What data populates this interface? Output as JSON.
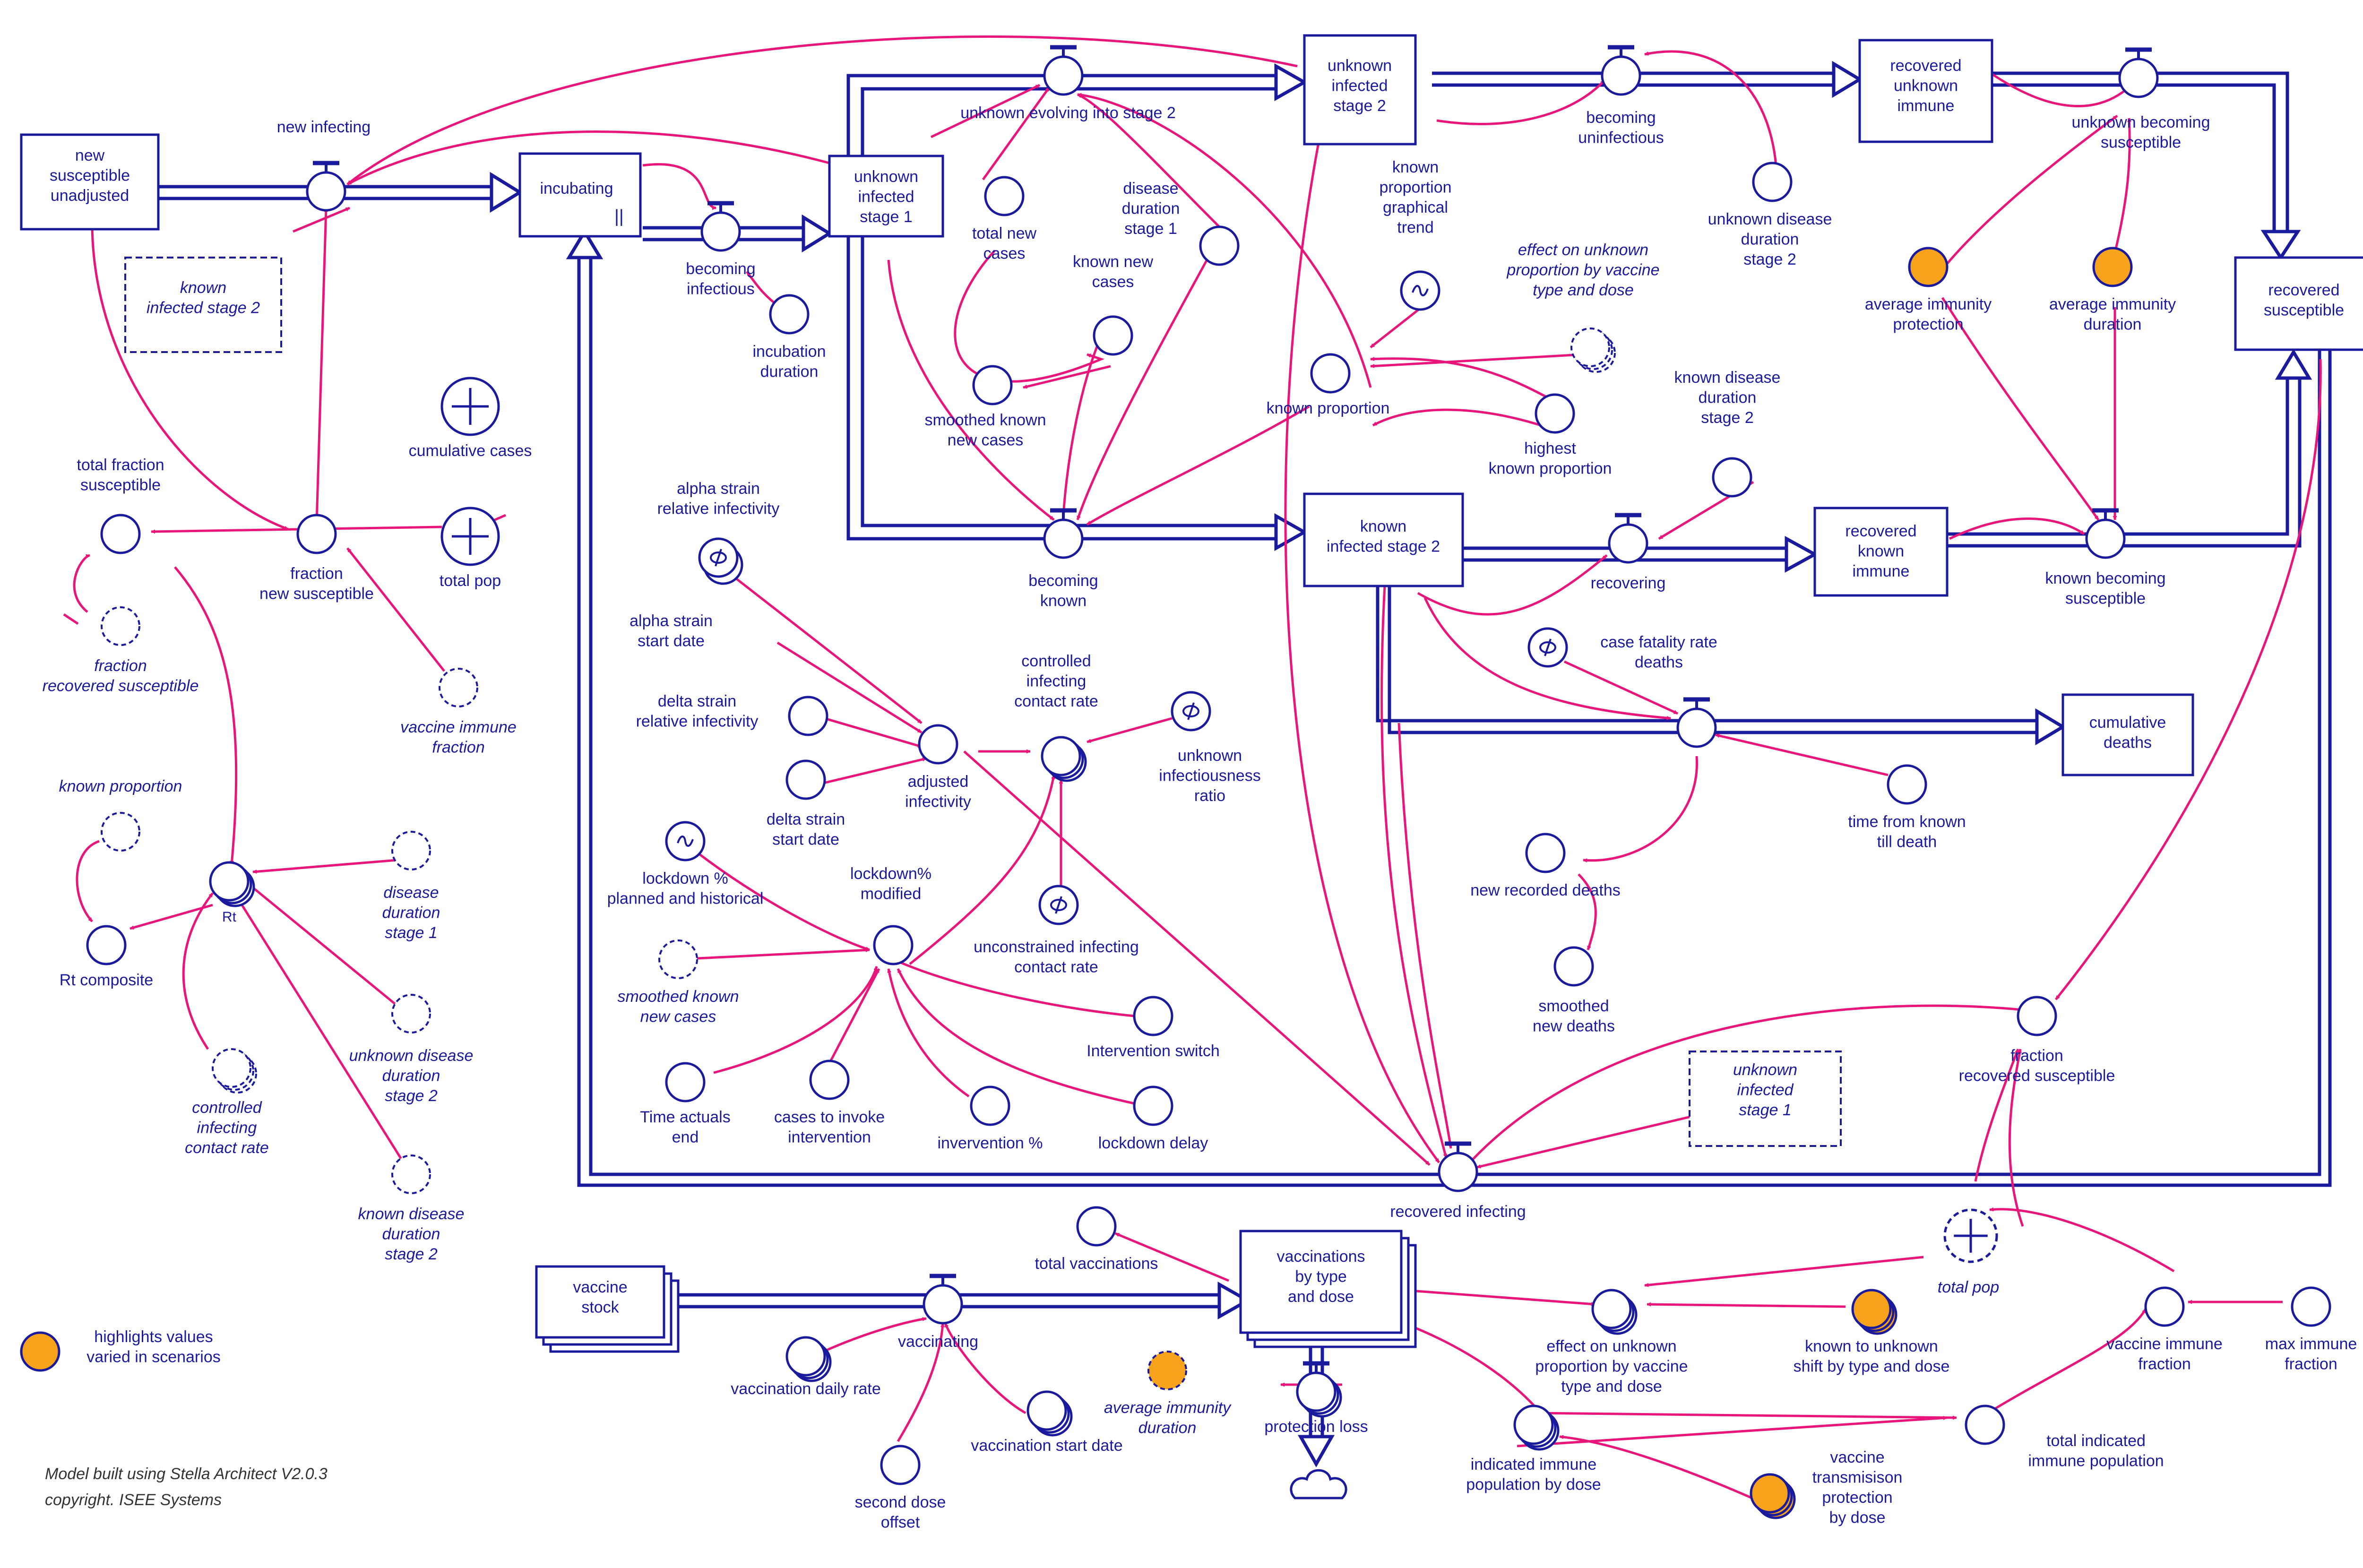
{
  "colors": {
    "stock": "#1a1a9c",
    "link": "#e8157a",
    "highlight": "#f7a21b",
    "text": "#1a1a9c",
    "note": "#333333"
  },
  "stocks": {
    "new_susceptible_unadjusted": [
      "new",
      "susceptible",
      "unadjusted"
    ],
    "incubating": [
      "incubating"
    ],
    "unknown_infected_stage_1": [
      "unknown",
      "infected",
      "stage 1"
    ],
    "unknown_infected_stage_2": [
      "unknown",
      "infected",
      "stage 2"
    ],
    "recovered_unknown_immune": [
      "recovered",
      "unknown",
      "immune"
    ],
    "recovered_susceptible": [
      "recovered",
      "susceptible"
    ],
    "known_infected_stage_2": [
      "known",
      "infected stage 2"
    ],
    "recovered_known_immune": [
      "recovered",
      "known",
      "immune"
    ],
    "cumulative_deaths": [
      "cumulative",
      "deaths"
    ],
    "vaccine_stock": [
      "vaccine",
      "stock"
    ],
    "vaccinations_by_type": [
      "vaccinations",
      "by type",
      "and dose"
    ]
  },
  "ghost_stocks": {
    "known_infected_stage_2": [
      "known",
      "infected stage 2"
    ],
    "unknown_infected_stage_1": [
      "unknown",
      "infected",
      "stage 1"
    ]
  },
  "flows": {
    "new_infecting": [
      "new infecting"
    ],
    "becoming_infectious": [
      "becoming",
      "infectious"
    ],
    "unknown_evolving": [
      "unknown evolving into stage 2"
    ],
    "becoming_uninfectious": [
      "becoming",
      "uninfectious"
    ],
    "unknown_becoming_susceptible": [
      "unknown becoming",
      "susceptible"
    ],
    "becoming_known": [
      "becoming",
      "known"
    ],
    "recovering": [
      "recovering"
    ],
    "known_becoming_susceptible": [
      "known becoming",
      "susceptible"
    ],
    "deaths": [
      "case fatality rate",
      "deaths"
    ],
    "recovered_infecting": [
      "recovered infecting"
    ],
    "vaccinating": [
      "vaccinating"
    ],
    "protection_loss": [
      "protection loss"
    ]
  },
  "converters": {
    "total_fraction_susceptible": [
      "total fraction",
      "susceptible"
    ],
    "fraction_new_susceptible": [
      "fraction",
      "new susceptible"
    ],
    "incubation_duration": [
      "incubation",
      "duration"
    ],
    "total_new_cases": [
      "total new",
      "cases"
    ],
    "disease_duration_stage_1": [
      "disease",
      "duration",
      "stage 1"
    ],
    "known_new_cases": [
      "known new",
      "cases"
    ],
    "smoothed_known_new_cases": [
      "smoothed known",
      "new cases"
    ],
    "known_proportion": [
      "known proportion"
    ],
    "highest_known_proportion": [
      "highest",
      "known proportion"
    ],
    "unknown_disease_duration_stage_2": [
      "unknown disease",
      "duration",
      "stage 2"
    ],
    "known_disease_duration_stage_2": [
      "known disease",
      "duration",
      "stage 2"
    ],
    "rt_composite": [
      "Rt composite"
    ],
    "rt": [
      "Rt"
    ],
    "alpha_strain_start_date": [
      "alpha strain",
      "start date"
    ],
    "delta_strain_relative_infectivity": [
      "delta strain",
      "relative infectivity"
    ],
    "delta_strain_start_date": [
      "delta strain",
      "start date"
    ],
    "adjusted_infectivity": [
      "adjusted",
      "infectivity"
    ],
    "controlled_infecting_contact_rate": [
      "controlled",
      "infecting",
      "contact rate"
    ],
    "lockdown_modified": [
      "lockdown%",
      "modified"
    ],
    "intervention_switch": [
      "Intervention switch"
    ],
    "time_actuals_end": [
      "Time actuals",
      "end"
    ],
    "cases_to_invoke": [
      "cases to invoke",
      "intervention"
    ],
    "invervention_pct": [
      "invervention %"
    ],
    "lockdown_delay": [
      "lockdown delay"
    ],
    "new_recorded_deaths": [
      "new recorded deaths"
    ],
    "smoothed_new_deaths": [
      "smoothed",
      "new deaths"
    ],
    "time_from_known_till_death": [
      "time from known",
      "till death"
    ],
    "fraction_recovered_susceptible": [
      "fraction",
      "recovered susceptible"
    ],
    "total_vaccinations": [
      "total vaccinations"
    ],
    "effect_on_unknown_proportion": [
      "effect on unknown",
      "proportion by vaccine",
      "type and dose"
    ],
    "indicated_immune_population": [
      "indicated immune",
      "population by dose"
    ],
    "total_indicated_immune_population": [
      "total indicated",
      "immune population"
    ],
    "vaccine_immune_fraction": [
      "vaccine immune",
      "fraction"
    ],
    "max_immune_fraction": [
      "max immune",
      "fraction"
    ],
    "vaccination_daily_rate": [
      "vaccination daily rate"
    ],
    "vaccination_start_date": [
      "vaccination start date"
    ],
    "second_dose_offset": [
      "second dose",
      "offset"
    ]
  },
  "graph_converters": {
    "alpha_strain_relative_infectivity": [
      "alpha strain",
      "relative infectivity"
    ],
    "unknown_infectiousness_ratio": [
      "unknown",
      "infectiousness",
      "ratio"
    ],
    "unconstrained_infecting_contact_rate": [
      "unconstrained infecting",
      "contact rate"
    ],
    "case_fatality_rate_symbol": []
  },
  "smooth_converters": {
    "known_proportion_graphical_trend": [
      "known",
      "proportion",
      "graphical",
      "trend"
    ],
    "lockdown_planned": [
      "lockdown %",
      "planned and historical"
    ]
  },
  "summers": {
    "cumulative_cases": [
      "cumulative cases"
    ],
    "total_pop": [
      "total pop"
    ],
    "total_pop_ghost": [
      "total pop"
    ]
  },
  "ghost_converters": {
    "fraction_recovered_susceptible": [
      "fraction",
      "recovered susceptible"
    ],
    "vaccine_immune_fraction": [
      "vaccine immune",
      "fraction"
    ],
    "known_proportion": [
      "known proportion"
    ],
    "disease_duration_stage_1": [
      "disease",
      "duration",
      "stage 1"
    ],
    "unknown_disease_duration_stage_2": [
      "unknown disease",
      "duration",
      "stage 2"
    ],
    "known_disease_duration_stage_2": [
      "known disease",
      "duration",
      "stage 2"
    ],
    "controlled_infecting_contact_rate": [
      "controlled",
      "infecting",
      "contact rate"
    ],
    "smoothed_known_new_cases": [
      "smoothed known",
      "new cases"
    ],
    "effect_on_unknown_proportion": [
      "effect on unknown",
      "proportion by vaccine",
      "type and dose"
    ],
    "average_immunity_duration": [
      "average immunity",
      "duration"
    ]
  },
  "highlighted": {
    "average_immunity_protection": [
      "average immunity",
      "protection"
    ],
    "average_immunity_duration": [
      "average immunity",
      "duration"
    ],
    "known_to_unknown_shift": [
      "known to unknown",
      "shift by type and dose"
    ],
    "vaccine_transmission_protection": [
      "vaccine",
      "transmisison",
      "protection",
      "by dose"
    ]
  },
  "legend": {
    "label": [
      "highlights values",
      "varied in scenarios"
    ]
  },
  "footer": {
    "line1": "Model built using Stella Architect V2.0.3",
    "line2": "copyright. ISEE Systems"
  }
}
